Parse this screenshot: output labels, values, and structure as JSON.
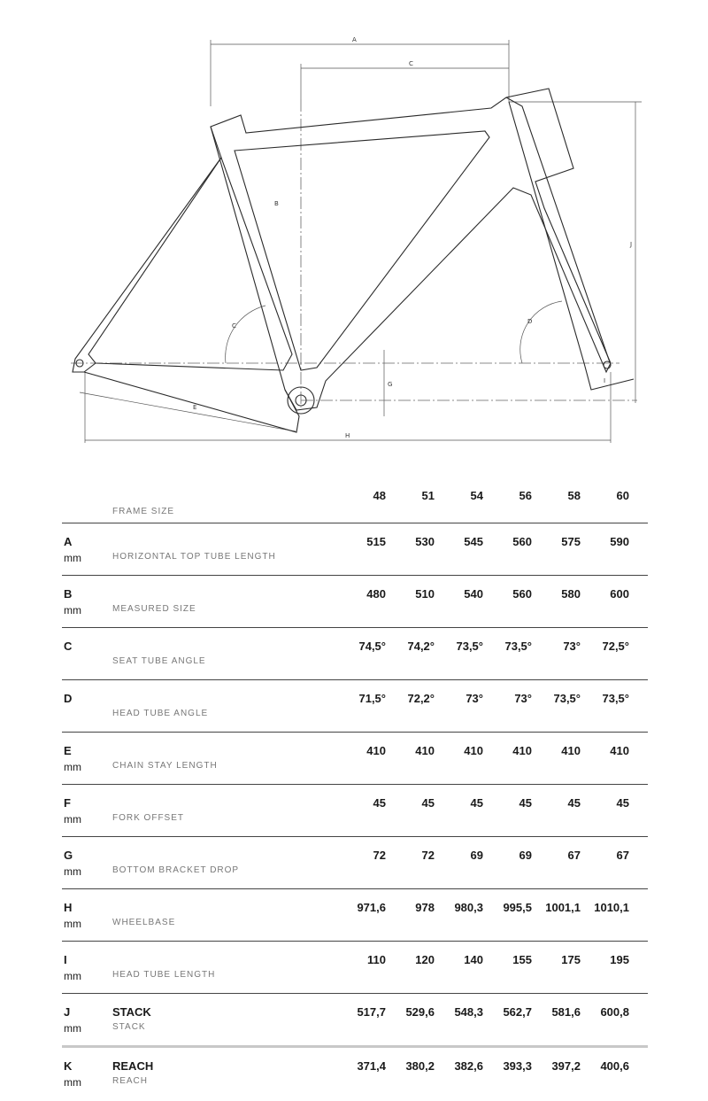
{
  "diagram": {
    "dimension_letters": {
      "A": "A",
      "B": "B",
      "C": "C",
      "D": "D",
      "E": "E",
      "G": "G",
      "H": "H",
      "I": "I",
      "J": "J"
    }
  },
  "table": {
    "header": {
      "label": "FRAME SIZE",
      "sizes": [
        "48",
        "51",
        "54",
        "56",
        "58",
        "60"
      ]
    },
    "rows": [
      {
        "letter": "A",
        "unit": "mm",
        "title": "",
        "label": "HORIZONTAL TOP TUBE LENGTH",
        "values": [
          "515",
          "530",
          "545",
          "560",
          "575",
          "590"
        ]
      },
      {
        "letter": "B",
        "unit": "mm",
        "title": "",
        "label": "MEASURED SIZE",
        "values": [
          "480",
          "510",
          "540",
          "560",
          "580",
          "600"
        ]
      },
      {
        "letter": "C",
        "unit": "",
        "title": "",
        "label": "SEAT TUBE ANGLE",
        "values": [
          "74,5°",
          "74,2°",
          "73,5°",
          "73,5°",
          "73°",
          "72,5°"
        ]
      },
      {
        "letter": "D",
        "unit": "",
        "title": "",
        "label": "HEAD TUBE ANGLE",
        "values": [
          "71,5°",
          "72,2°",
          "73°",
          "73°",
          "73,5°",
          "73,5°"
        ]
      },
      {
        "letter": "E",
        "unit": "mm",
        "title": "",
        "label": "CHAIN STAY LENGTH",
        "values": [
          "410",
          "410",
          "410",
          "410",
          "410",
          "410"
        ]
      },
      {
        "letter": "F",
        "unit": "mm",
        "title": "",
        "label": "FORK OFFSET",
        "values": [
          "45",
          "45",
          "45",
          "45",
          "45",
          "45"
        ]
      },
      {
        "letter": "G",
        "unit": "mm",
        "title": "",
        "label": "BOTTOM BRACKET DROP",
        "values": [
          "72",
          "72",
          "69",
          "69",
          "67",
          "67"
        ]
      },
      {
        "letter": "H",
        "unit": "mm",
        "title": "",
        "label": "WHEELBASE",
        "values": [
          "971,6",
          "978",
          "980,3",
          "995,5",
          "1001,1",
          "1010,1"
        ]
      },
      {
        "letter": "I",
        "unit": "mm",
        "title": "",
        "label": "HEAD TUBE LENGTH",
        "values": [
          "110",
          "120",
          "140",
          "155",
          "175",
          "195"
        ]
      },
      {
        "letter": "J",
        "unit": "mm",
        "title": "STACK",
        "label": "STACK",
        "values": [
          "517,7",
          "529,6",
          "548,3",
          "562,7",
          "581,6",
          "600,8"
        ]
      },
      {
        "letter": "K",
        "unit": "mm",
        "title": "REACH",
        "label": "REACH",
        "values": [
          "371,4",
          "380,2",
          "382,6",
          "393,3",
          "397,2",
          "400,6"
        ]
      }
    ]
  }
}
